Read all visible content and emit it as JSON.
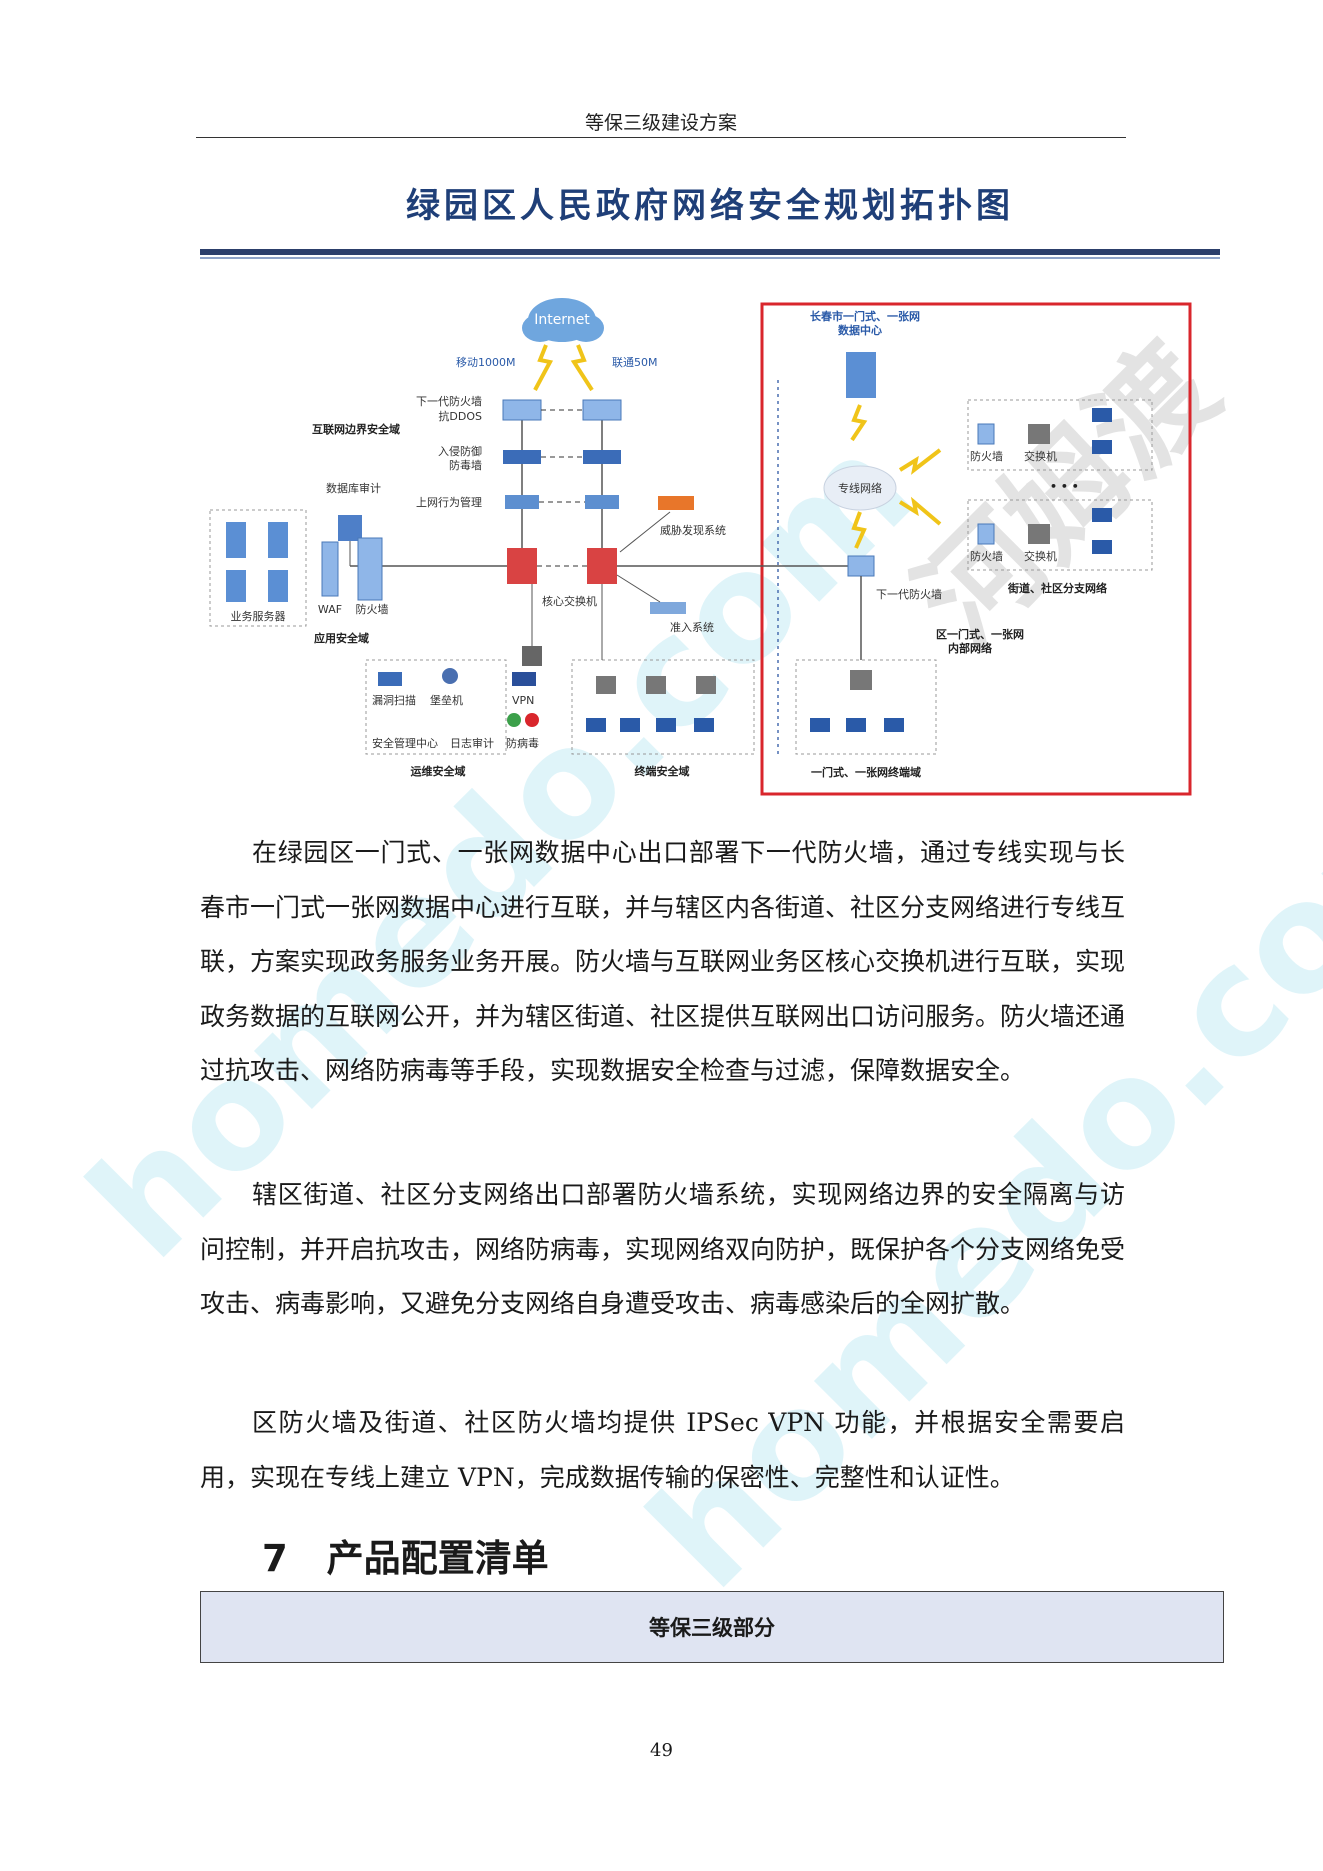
{
  "header": {
    "title": "等保三级建设方案"
  },
  "figure": {
    "title": "绿园区人民政府网络安全规划拓扑图",
    "labels": {
      "internet": "Internet",
      "mobile": "移动1000M",
      "unicom": "联通50M",
      "ngfw_ddos": "下一代防火墙",
      "ngfw_ddos2": "抗DDOS",
      "internet_border": "互联网边界安全域",
      "ips": "入侵防御",
      "ips2": "防毒墙",
      "behavior": "上网行为管理",
      "db_audit": "数据库审计",
      "threat": "威胁发现系统",
      "core_switch": "核心交换机",
      "access": "准入系统",
      "biz_server": "业务服务器",
      "waf": "WAF",
      "firewall": "防火墙",
      "app_domain": "应用安全域",
      "vuln_scan": "漏洞扫描",
      "bastion": "堡垒机",
      "vpn": "VPN",
      "soc": "安全管理中心",
      "log_audit": "日志审计",
      "antivirus": "防病毒",
      "ops_domain": "运维安全域",
      "terminal_domain": "终端安全域",
      "cc_dc": "长春市一门式、一张网",
      "cc_dc2": "数据中心",
      "private_net": "专线网络",
      "fw_a": "防火墙",
      "switch_a": "交换机",
      "fw_b": "防火墙",
      "switch_b": "交换机",
      "ngfw": "下一代防火墙",
      "branch": "街道、社区分支网络",
      "district_net": "区一门式、一张网",
      "district_net2": "内部网络",
      "terminal_net": "一门式、一张网终端域",
      "dots": "• • •"
    }
  },
  "paragraphs": [
    "在绿园区一门式、一张网数据中心出口部署下一代防火墙，通过专线实现与长春市一门式一张网数据中心进行互联，并与辖区内各街道、社区分支网络进行专线互联，方案实现政务服务业务开展。防火墙与互联网业务区核心交换机进行互联，实现政务数据的互联网公开，并为辖区街道、社区提供互联网出口访问服务。防火墙还通过抗攻击、网络防病毒等手段，实现数据安全检查与过滤，保障数据安全。",
    "辖区街道、社区分支网络出口部署防火墙系统，实现网络边界的安全隔离与访问控制，并开启抗攻击，网络防病毒，实现网络双向防护，既保护各个分支网络免受攻击、病毒影响，又避免分支网络自身遭受攻击、病毒感染后的全网扩散。",
    "区防火墙及街道、社区防火墙均提供 IPSec VPN 功能，并根据安全需要启用，实现在专线上建立 VPN，完成数据传输的保密性、完整性和认证性。"
  ],
  "section": {
    "number": "7",
    "title": "产品配置清单"
  },
  "table": {
    "header": "等保三级部分"
  },
  "footer": {
    "page_number": "49"
  },
  "watermarks": [
    "homedo.com",
    "河姆渡"
  ],
  "colors": {
    "title_blue": "#1f3f78",
    "red_box": "#d9262c",
    "table_header_bg": "#dfe4f2"
  }
}
